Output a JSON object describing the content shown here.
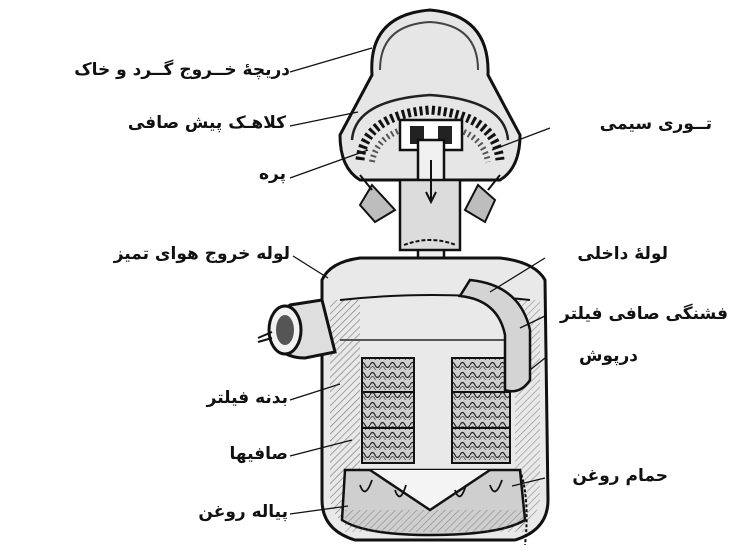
{
  "diagram": {
    "labels": {
      "dust_outlet": "دریچهٔ خــروج گــرد و خاک",
      "precleaner_cap": "کلاهـک پیش صافی",
      "blade": "پره",
      "wire_mesh": "تــوری سیمی",
      "clean_air_outlet_pipe": "لوله خروج هوای تمیز",
      "inner_pipe": "لولهٔ داخلی",
      "filter_cartridge": "فشنگی صافی فیلتر",
      "lid": "درپوش",
      "filter_body": "بدنه فیلتر",
      "filters": "صافیها",
      "oil_bath": "حمام روغن",
      "oil_cup": "پیاله روغن"
    },
    "colors": {
      "ink": "#111111",
      "shade": "#6b6b6b",
      "light": "#d9d9d9",
      "mid": "#a8a8a8"
    }
  }
}
